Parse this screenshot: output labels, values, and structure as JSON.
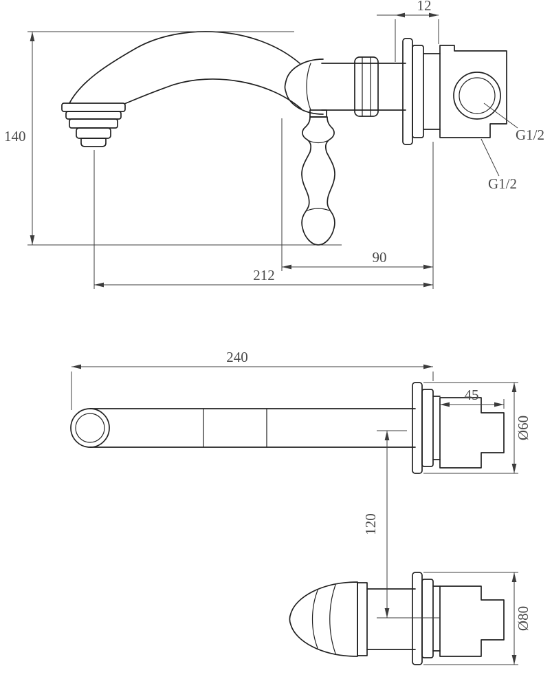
{
  "page": {
    "background": "#ffffff"
  },
  "drawing": {
    "colors": {
      "line": "#202020",
      "dimension": "#3c3c3c",
      "text": "#4a4a4a"
    },
    "top_view": {
      "dim_plate_thickness": "12",
      "dim_spout_height": "140",
      "dim_spout_to_wall": "90",
      "dim_total_reach": "212",
      "label_inlet_thread": "G1/2",
      "label_outlet_thread": "G1/2"
    },
    "bottom_view": {
      "dim_spout_length": "240",
      "dim_body_depth": "45",
      "dim_spout_flange_dia": "Ø60",
      "dim_center_distance": "120",
      "dim_handle_flange_dia": "Ø80"
    }
  }
}
